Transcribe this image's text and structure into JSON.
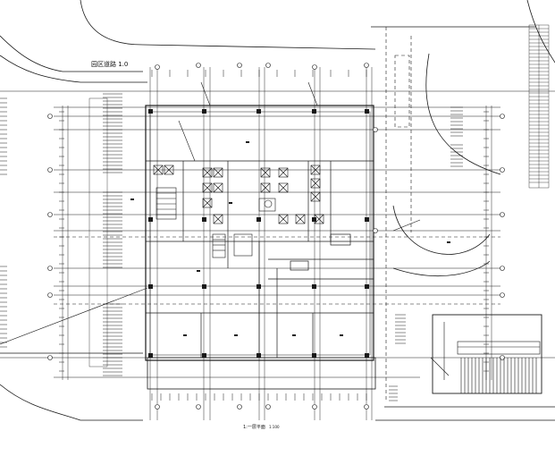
{
  "drawing": {
    "top_label": "园区道路 1.0",
    "bottom_label": "1:一层平面",
    "bottom_label_small": "1:100"
  },
  "colors": {
    "background": "#ffffff",
    "line": "#1a1a1a",
    "grid": "#2b2b2b"
  }
}
